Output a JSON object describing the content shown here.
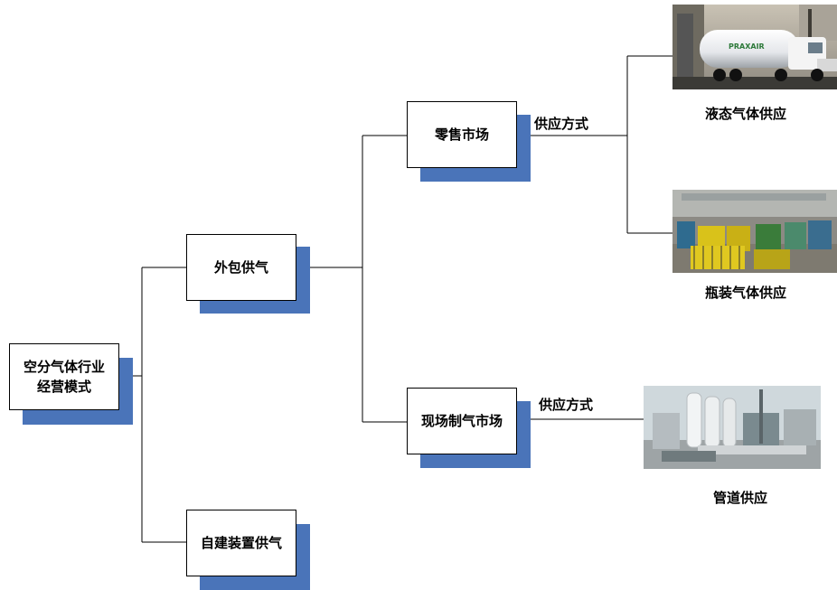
{
  "root": {
    "line1": "空分气体行业",
    "line2": "经营模式"
  },
  "outsourced": "外包供气",
  "selfbuilt": "自建装置供气",
  "retail": "零售市场",
  "onsite": "现场制气市场",
  "supply_mode_1": "供应方式",
  "supply_mode_2": "供应方式",
  "liquid": {
    "caption": "液态气体供应",
    "truck_text": "PRAXAIR"
  },
  "bottled": {
    "caption": "瓶装气体供应"
  },
  "pipeline": {
    "caption": "管道供应"
  },
  "colors": {
    "shadow": "#4a74b9",
    "line": "#000000"
  }
}
